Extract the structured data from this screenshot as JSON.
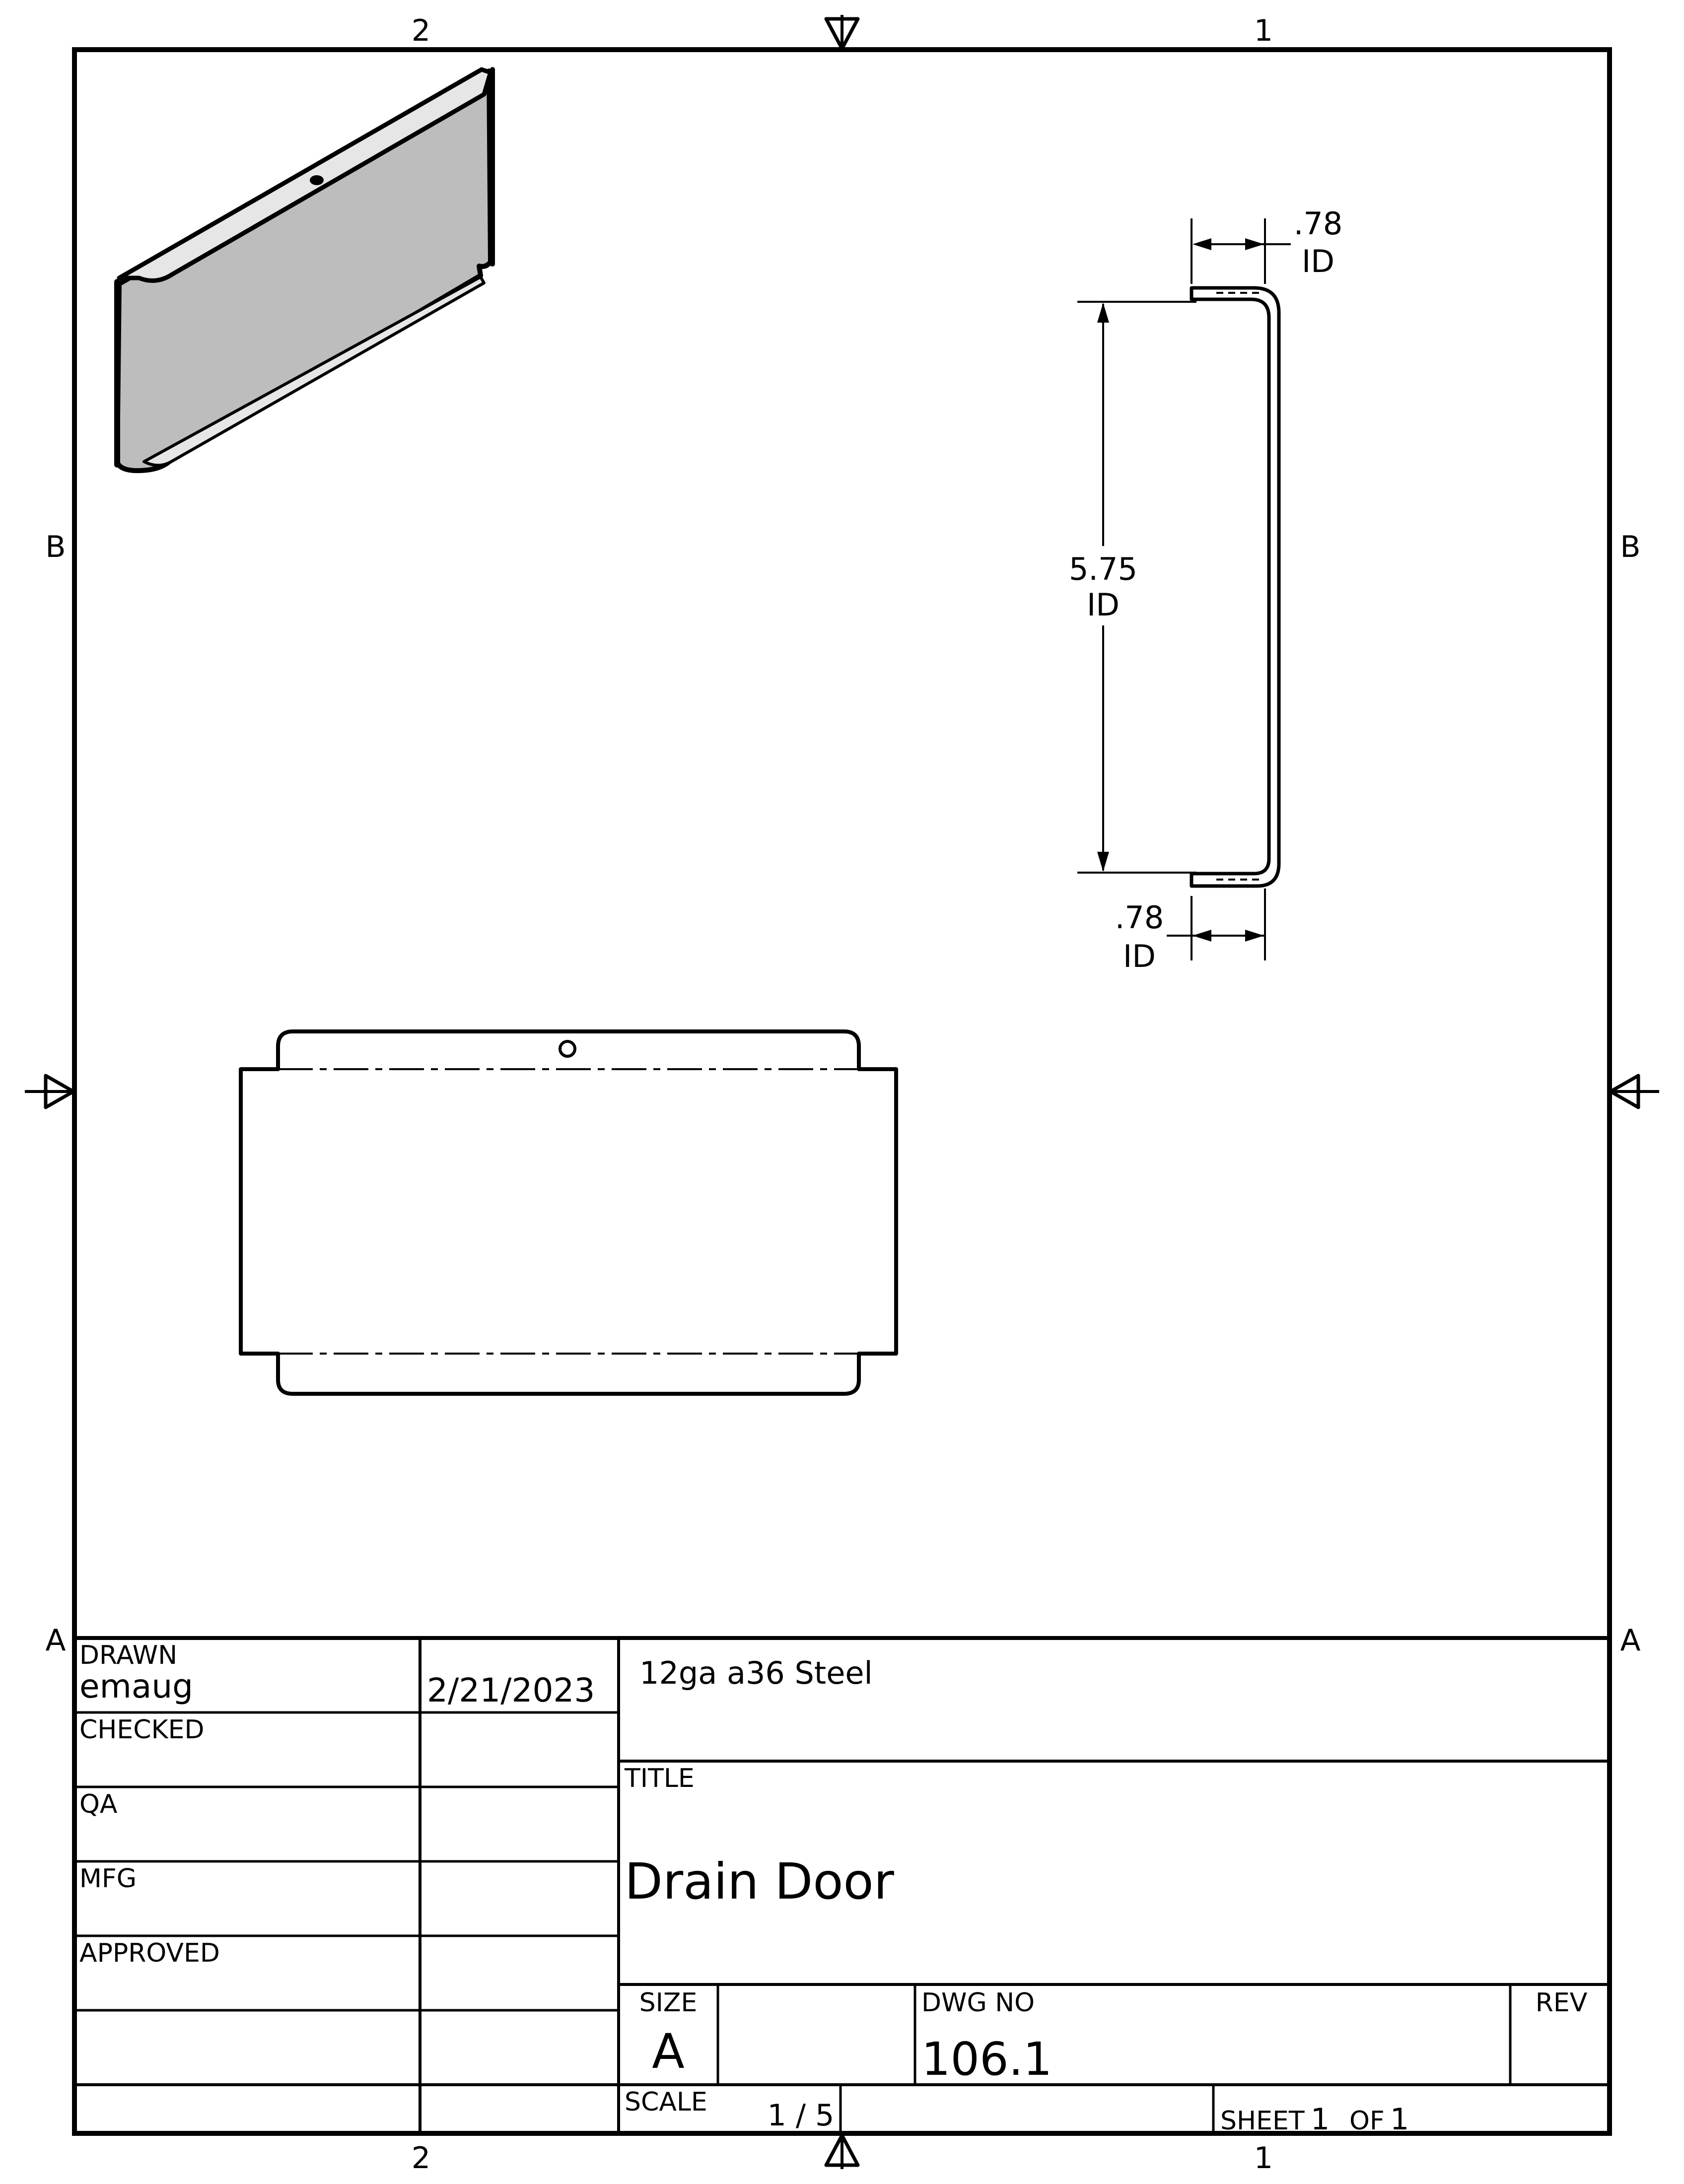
{
  "zone_labels": {
    "col_left": "2",
    "col_right": "1",
    "row_top": "B",
    "row_bottom": "A"
  },
  "side_view": {
    "top_flange": {
      "value": ".78",
      "qualifier": "ID"
    },
    "height": {
      "value": "5.75",
      "qualifier": "ID"
    },
    "bottom_flange": {
      "value": ".78",
      "qualifier": "ID"
    }
  },
  "title_block": {
    "drawn_label": "DRAWN",
    "drawn_by": "emaug",
    "drawn_date": "2/21/2023",
    "checked_label": "CHECKED",
    "qa_label": "QA",
    "mfg_label": "MFG",
    "approved_label": "APPROVED",
    "material": "12ga a36 Steel",
    "title_label": "TITLE",
    "title": "Drain Door",
    "size_label": "SIZE",
    "size": "A",
    "dwg_no_label": "DWG NO",
    "dwg_no": "106.1",
    "rev_label": "REV",
    "scale_label": "SCALE",
    "scale": "1 / 5",
    "sheet_label": "SHEET",
    "sheet_number": "1",
    "of_label": "OF",
    "sheet_total": "1"
  },
  "colors": {
    "line": "#000000",
    "part_fill": "#bdbdbd",
    "part_highlight": "#e6e6e6"
  }
}
